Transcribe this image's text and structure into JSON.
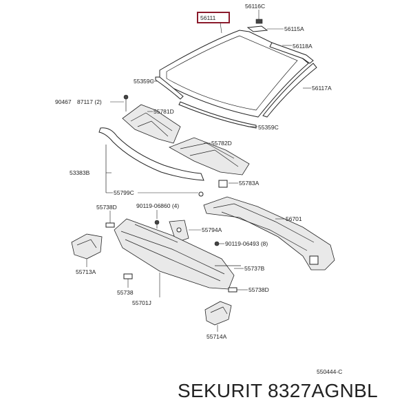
{
  "highlight_color": "#8b1a2b",
  "labels": {
    "p56111": "56111",
    "p56116c": "56116C",
    "p56115a": "56115A",
    "p56118a": "56118A",
    "p55359c_top": "55359C",
    "p56117a": "56117A",
    "p90467": "90467",
    "p90467b": "87117 (2)",
    "p55781d": "55781D",
    "p55359c_bottom": "55359C",
    "p55782d": "55782D",
    "p53383b": "53383B",
    "p55783a": "55783A",
    "p55799c": "55799C",
    "p55738d_top": "55738D",
    "p90119a": "90119-06860 (4)",
    "p56701": "56701",
    "p55794a": "55794A",
    "p90119b": "90119-06493 (8)",
    "p55713a": "55713A",
    "p55737b": "55737B",
    "p55738": "55738",
    "p55738d_bottom": "55738D",
    "p55701j": "55701J",
    "p55714a": "55714A",
    "ref": "550444-C"
  },
  "brand_text": "SEKURIT 8327AGNBL"
}
